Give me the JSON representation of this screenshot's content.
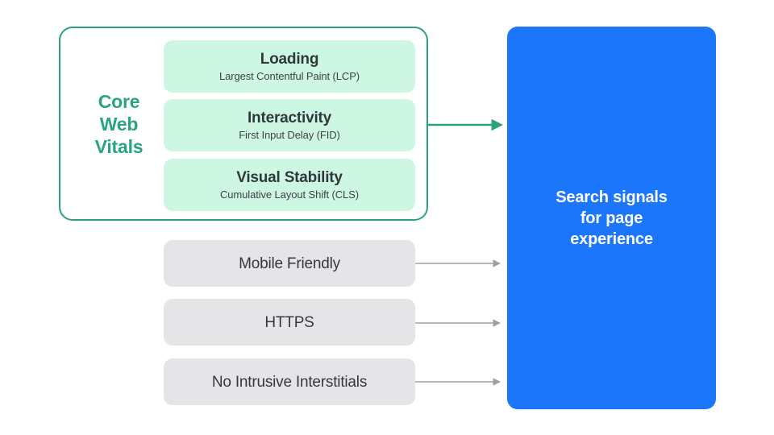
{
  "diagram": {
    "title": "Search signals for page experience",
    "colors": {
      "brand_green": "#27A480",
      "outline_green": "#2CA27B",
      "card_green": "#CEF7E3",
      "card_gray": "#E5E5E7",
      "panel_blue": "#1B76FB",
      "text_dark": "#2F383C",
      "arrow_gray": "#9AA0A6",
      "background": "#FFFFFF"
    }
  },
  "core_web_vitals": {
    "group_label": "Core\nWeb\nVitals",
    "group_label_lines": [
      "Core",
      "Web",
      "Vitals"
    ],
    "items": [
      {
        "title": "Loading",
        "subtitle": "Largest Contentful Paint (LCP)"
      },
      {
        "title": "Interactivity",
        "subtitle": "First Input Delay (FID)"
      },
      {
        "title": "Visual Stability",
        "subtitle": "Cumulative Layout Shift (CLS)"
      }
    ]
  },
  "other_signals": [
    {
      "label": "Mobile Friendly"
    },
    {
      "label": "HTTPS"
    },
    {
      "label": "No Intrusive Interstitials"
    }
  ],
  "output_panel": {
    "text": "Search signals\nfor page\nexperience",
    "lines": [
      "Search signals",
      "for page",
      "experience"
    ]
  },
  "arrows": [
    {
      "name": "core-web-vitals-arrow",
      "color": "#2CA27B"
    },
    {
      "name": "mobile-friendly-arrow",
      "color": "#9AA0A6"
    },
    {
      "name": "https-arrow",
      "color": "#9AA0A6"
    },
    {
      "name": "no-intrusive-interstitials-arrow",
      "color": "#9AA0A6"
    }
  ]
}
